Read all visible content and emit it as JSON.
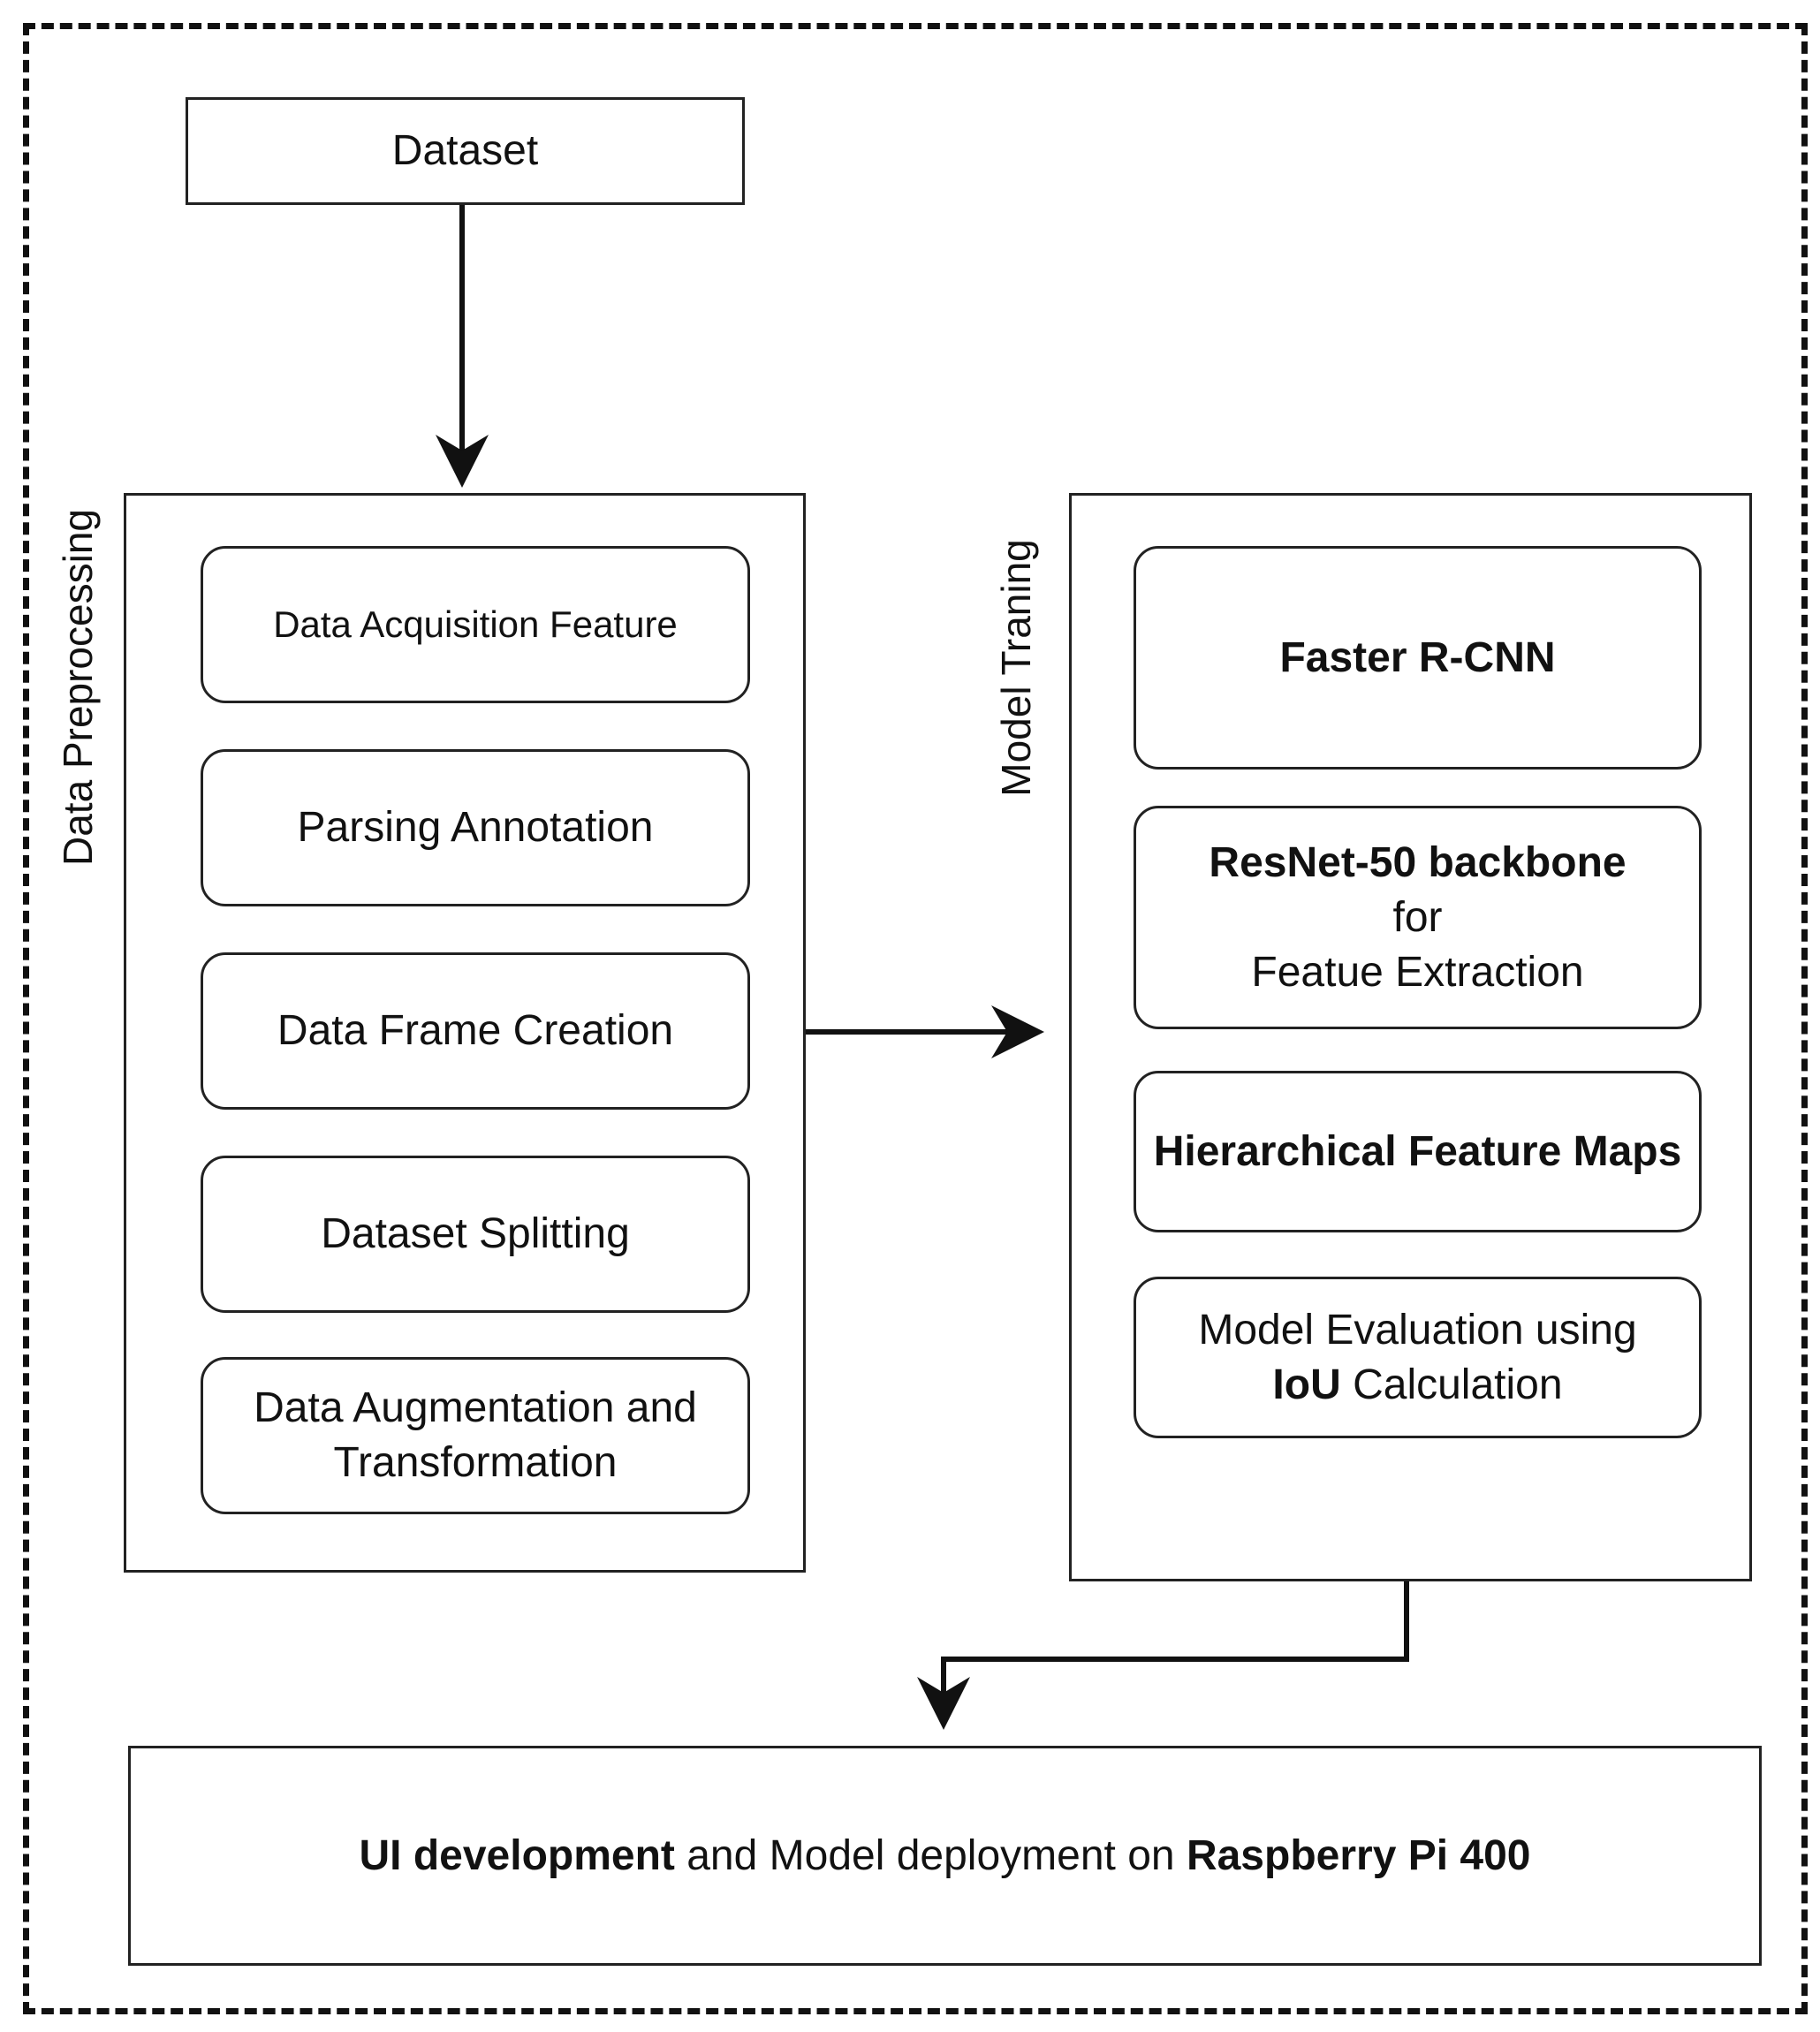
{
  "dataset": {
    "label": "Dataset"
  },
  "preprocessing": {
    "title": "Data Preprocessing",
    "steps": [
      "Data Acquisition Feature",
      "Parsing Annotation",
      "Data Frame Creation",
      "Dataset Splitting",
      "Data Augmentation and",
      "Transformation"
    ]
  },
  "training": {
    "title": "Model Traning",
    "faster_rcnn": "Faster R-CNN",
    "resnet_bold": "ResNet-50 backbone",
    "resnet_for": "for",
    "resnet_extraction": "Featue Extraction",
    "hierarchical": "Hierarchical Feature Maps",
    "eval_line1": "Model Evaluation using",
    "eval_iou": "IoU",
    "eval_calc": " Calculation"
  },
  "deployment": {
    "ui_dev": "UI development",
    "middle": " and Model deployment on ",
    "device": "Raspberry Pi 400"
  }
}
